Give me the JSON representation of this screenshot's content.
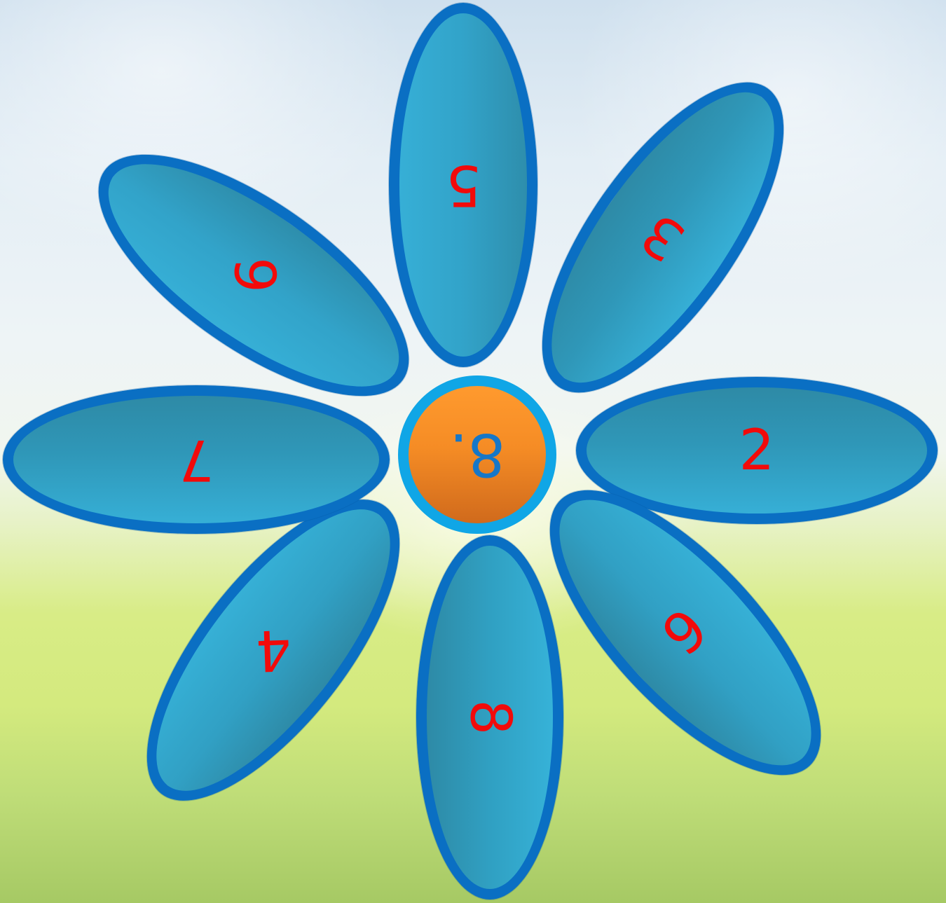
{
  "center": {
    "value": "8."
  },
  "petals": [
    {
      "id": "top",
      "value": "5"
    },
    {
      "id": "top-right",
      "value": "3"
    },
    {
      "id": "right",
      "value": "2"
    },
    {
      "id": "bottom-right",
      "value": "9"
    },
    {
      "id": "bottom",
      "value": "8"
    },
    {
      "id": "bottom-left",
      "value": "4"
    },
    {
      "id": "left",
      "value": "7"
    },
    {
      "id": "top-left",
      "value": "9"
    }
  ],
  "colors": {
    "petal_fill": "#31a0c4",
    "petal_border": "#0a6fc3",
    "number": "#f20a0a",
    "center_fill": "#f58c25",
    "center_border": "#10a6e6",
    "center_number": "#1677c8"
  }
}
